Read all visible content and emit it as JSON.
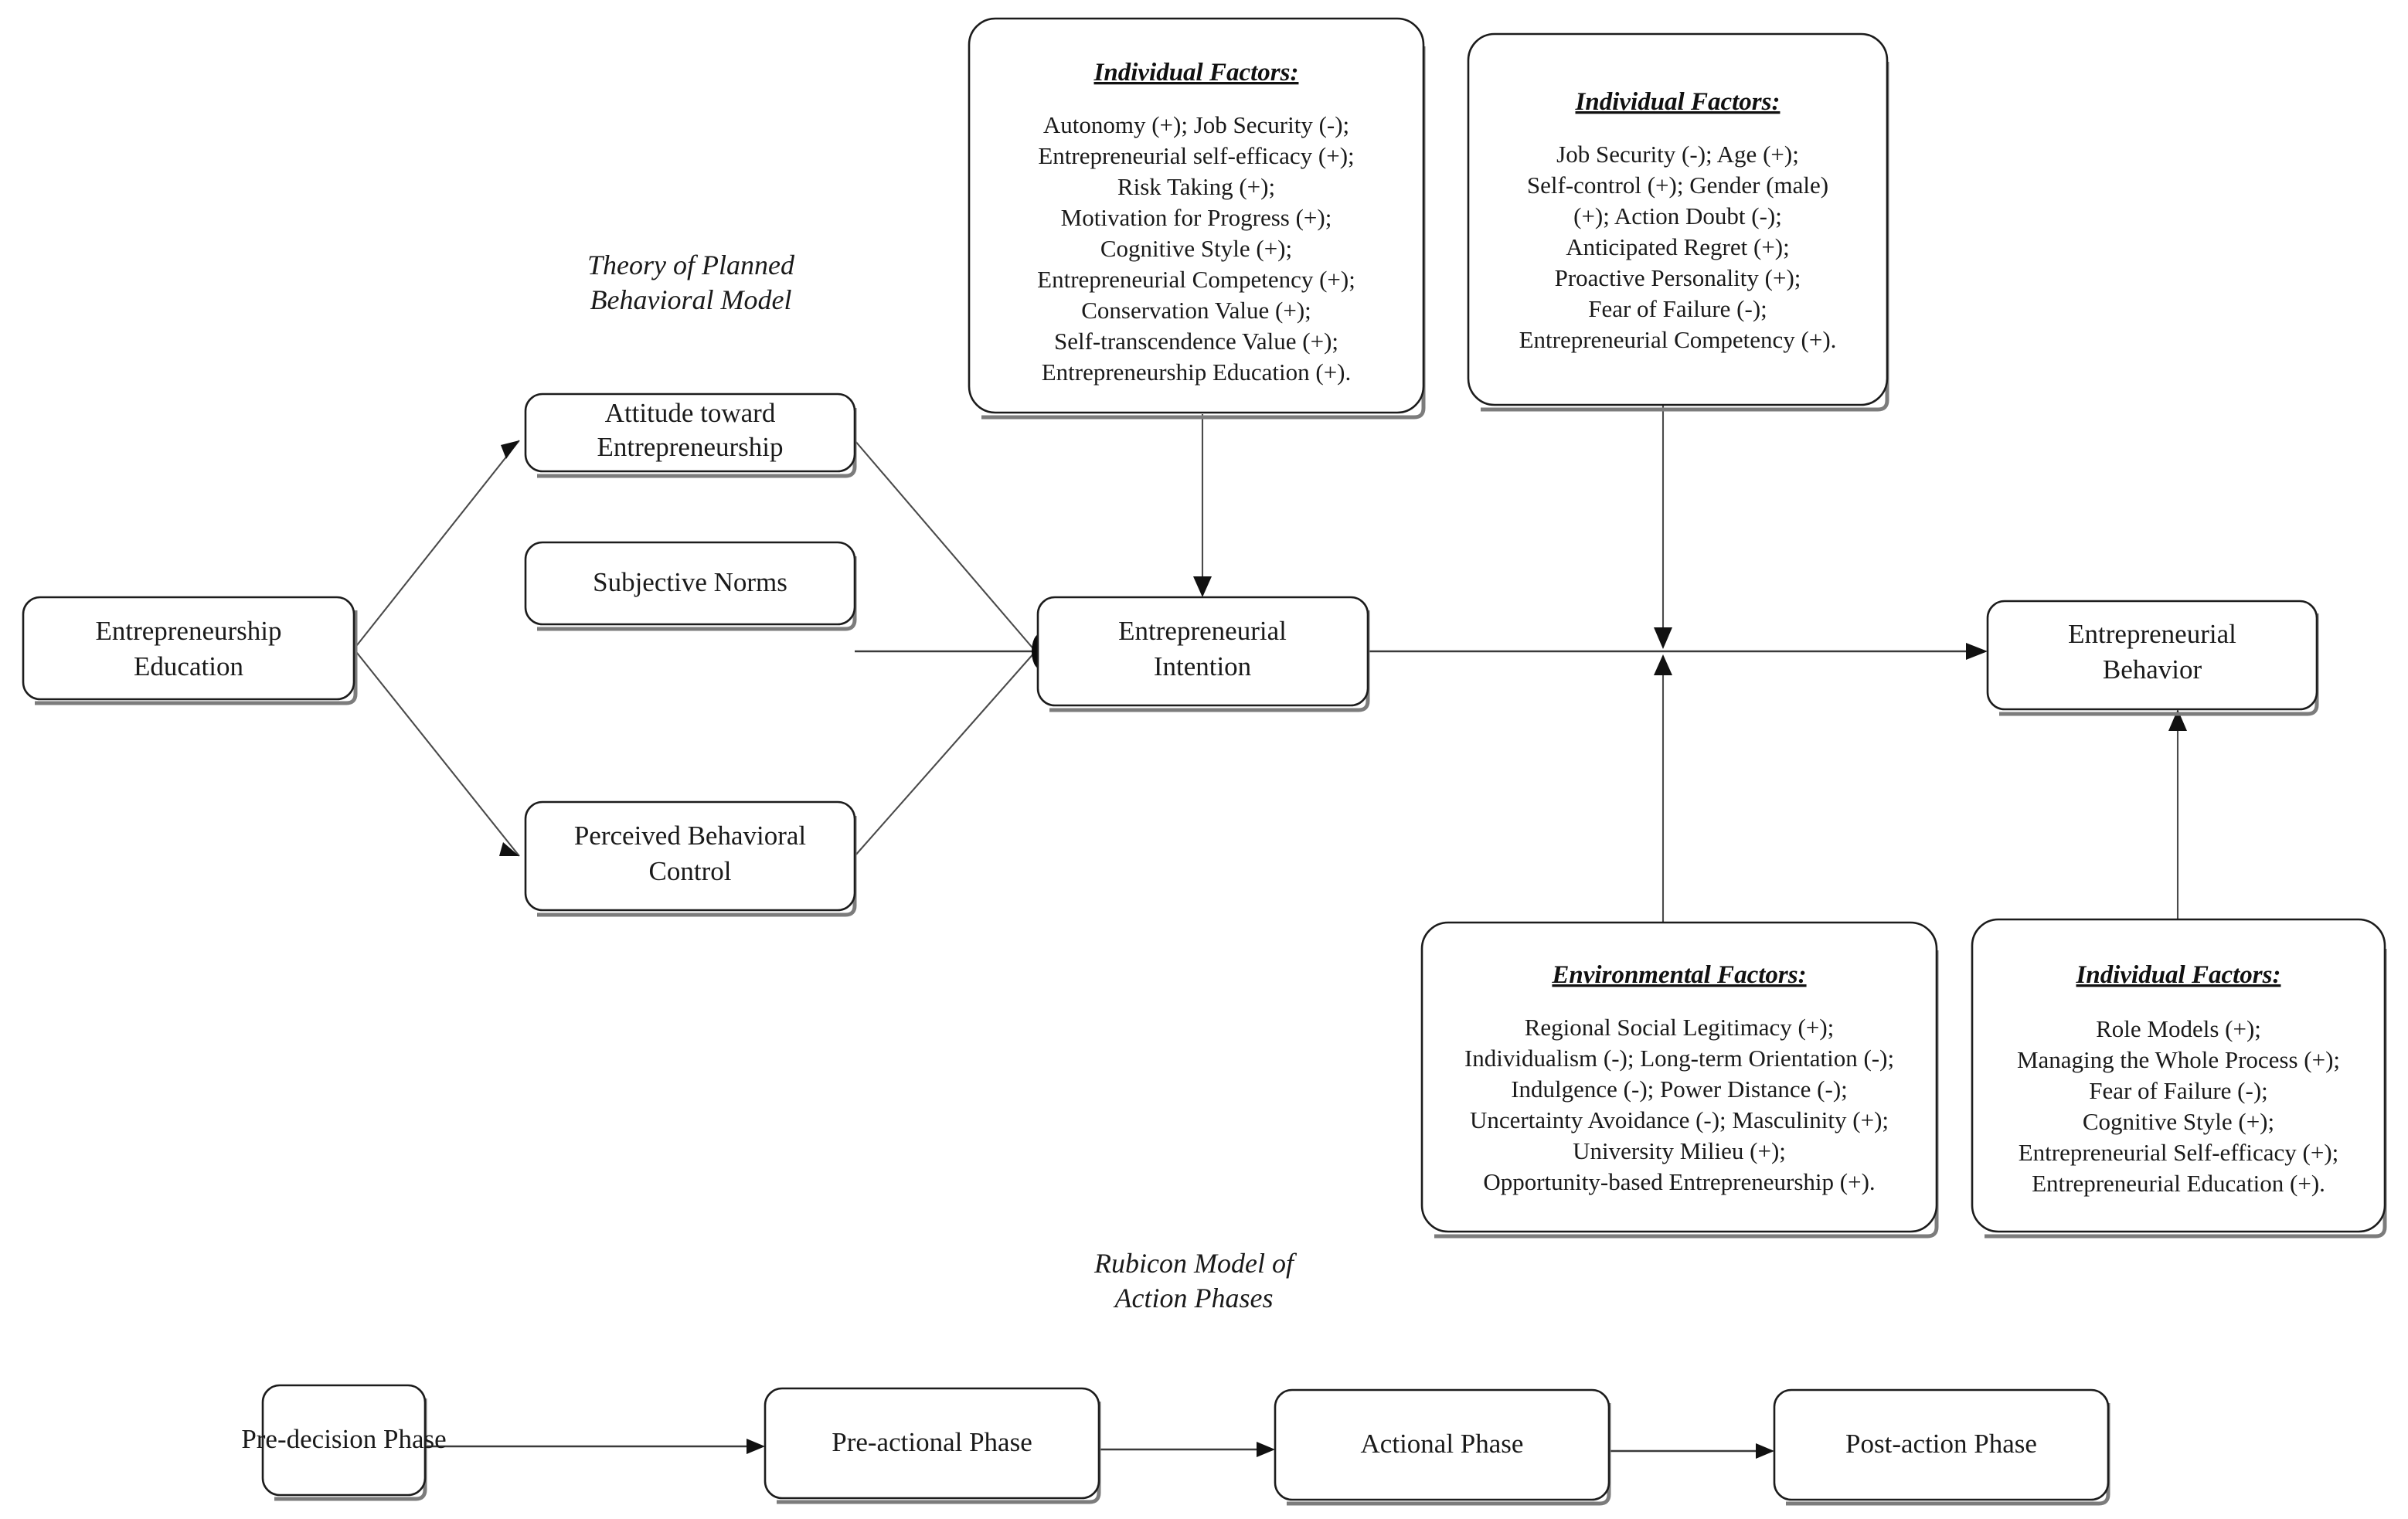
{
  "diagram": {
    "model_labels": {
      "tpb": [
        "Theory of Planned",
        "Behavioral Model"
      ],
      "rubicon": [
        "Rubicon Model of",
        "Action Phases"
      ]
    },
    "nodes": {
      "entrepreneurship_education": [
        "Entrepreneurship",
        "Education"
      ],
      "attitude": [
        "Attitude toward",
        "Entrepreneurship"
      ],
      "subjective_norms": [
        "Subjective Norms"
      ],
      "perceived_behavioral_control": [
        "Perceived Behavioral",
        "Control"
      ],
      "entrepreneurial_intention": [
        "Entrepreneurial",
        "Intention"
      ],
      "entrepreneurial_behavior": [
        "Entrepreneurial",
        "Behavior"
      ]
    },
    "phases": [
      "Pre-decision Phase",
      "Pre-actional Phase",
      "Actional Phase",
      "Post-action Phase"
    ],
    "factor_boxes": {
      "intention_individual": {
        "title": "Individual Factors:",
        "lines": [
          "Autonomy (+); Job Security (-);",
          "Entrepreneurial self-efficacy (+);",
          "Risk Taking (+);",
          "Motivation for Progress (+);",
          "Cognitive Style (+);",
          "Entrepreneurial Competency (+);",
          "Conservation Value (+);",
          "Self-transcendence Value (+);",
          "Entrepreneurship Education (+)."
        ]
      },
      "link_individual": {
        "title": "Individual Factors:",
        "lines": [
          "Job Security (-); Age (+);",
          "Self-control (+); Gender (male)",
          "(+); Action Doubt (-);",
          "Anticipated Regret (+);",
          "Proactive Personality (+);",
          "Fear of Failure (-);",
          "Entrepreneurial Competency (+)."
        ]
      },
      "link_environmental": {
        "title": "Environmental Factors:",
        "lines": [
          "Regional Social Legitimacy (+);",
          "Individualism (-); Long-term Orientation (-);",
          "Indulgence (-); Power Distance (-);",
          "Uncertainty Avoidance (-); Masculinity (+);",
          "University Milieu (+);",
          "Opportunity-based Entrepreneurship (+)."
        ]
      },
      "behavior_individual": {
        "title": "Individual Factors:",
        "lines": [
          "Role Models (+);",
          "Managing the Whole Process (+);",
          "Fear of Failure (-);",
          "Cognitive Style (+);",
          "Entrepreneurial Self-efficacy (+);",
          "Entrepreneurial Education (+)."
        ]
      }
    },
    "colors": {
      "stroke": "#1c1c1c",
      "shadow": "#7c7c7c",
      "text": "#1a1a1a",
      "background": "#ffffff"
    }
  }
}
